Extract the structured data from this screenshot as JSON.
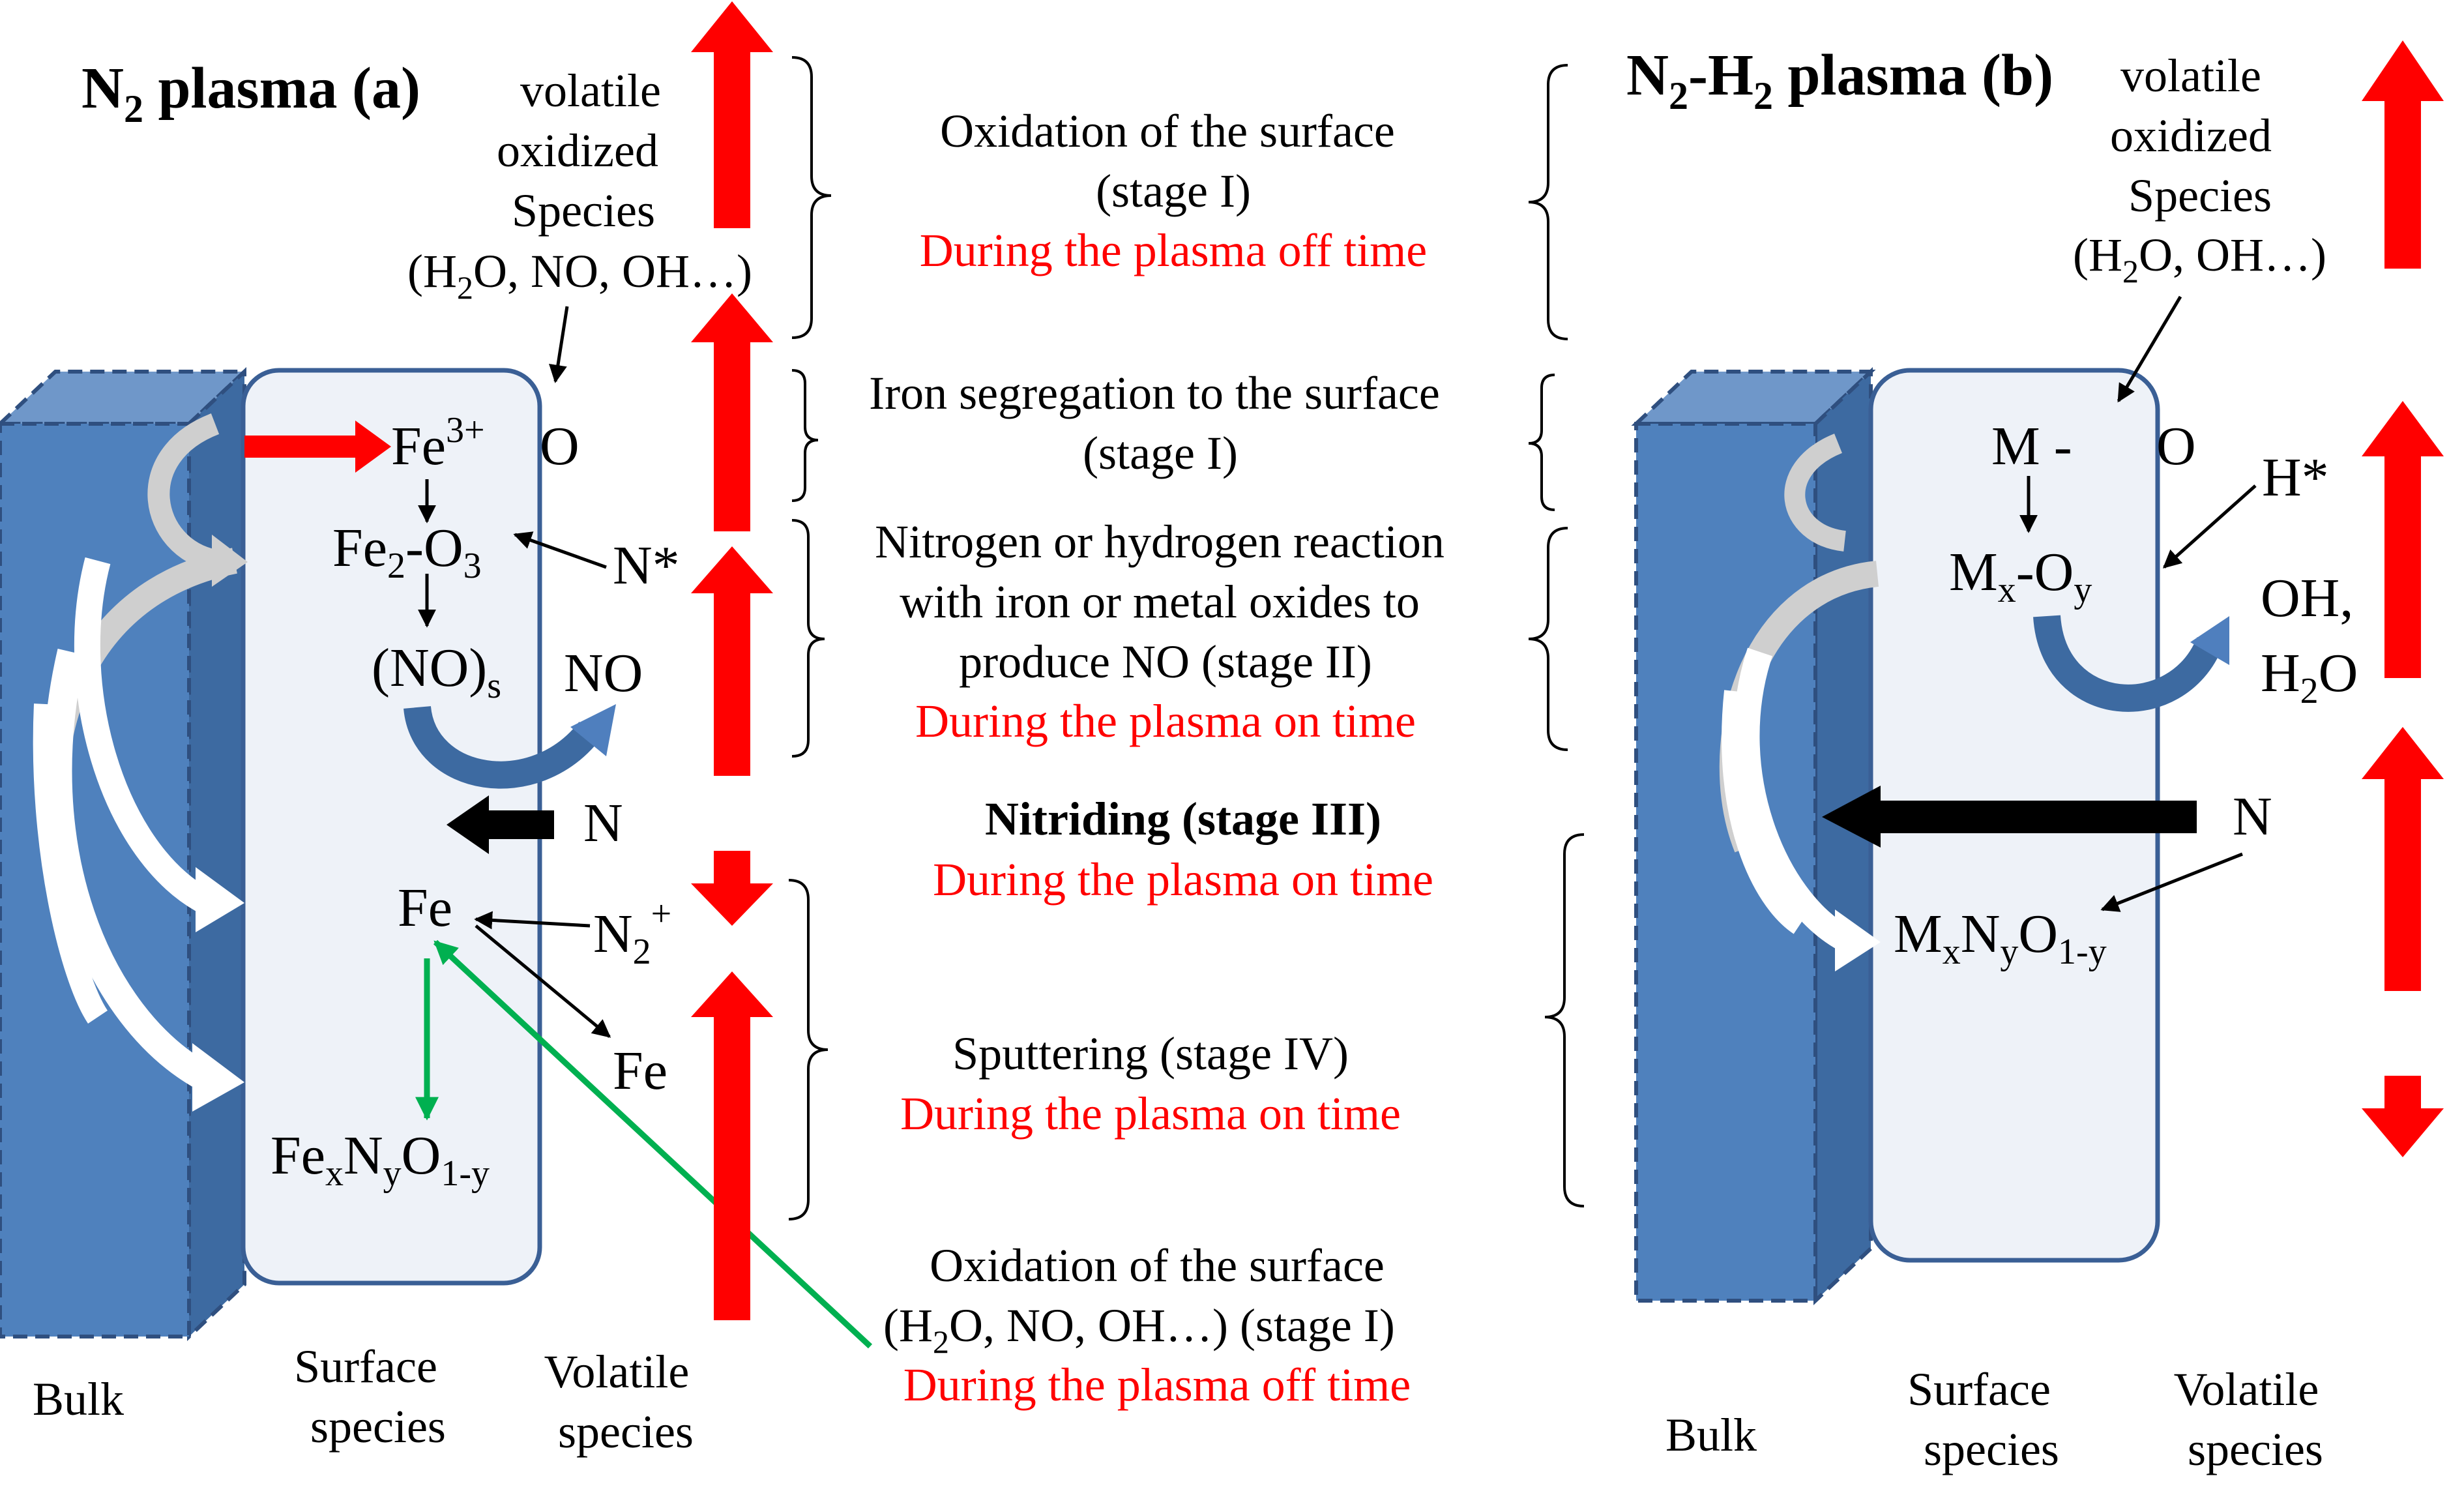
{
  "panel_a": {
    "title_main": "N",
    "title_sub": "2",
    "title_rest": " plasma (a)",
    "volatile_label": [
      "volatile",
      "oxidized",
      "Species"
    ],
    "volatile_paren": {
      "p1": "(H",
      "sub": "2",
      "p2": "O, NO, OH…)"
    },
    "fe3": {
      "base": "Fe",
      "sup": "3+"
    },
    "o": "O",
    "fe2o3": {
      "a": "Fe",
      "s1": "2",
      "b": "-O",
      "s2": "3"
    },
    "nstar": "N*",
    "no_s": {
      "a": "(NO)",
      "s": "s"
    },
    "no": "NO",
    "n": "N",
    "fe_surface": "Fe",
    "n2plus": {
      "a": "N",
      "s": "2",
      "sup": "+"
    },
    "fe_volatile": "Fe",
    "fexnyo": {
      "a": "Fe",
      "s1": "x",
      "b": "N",
      "s2": "y",
      "c": "O",
      "s3": "1-y"
    },
    "bulk": "Bulk",
    "surface": [
      "Surface",
      "species"
    ],
    "volatile": [
      "Volatile",
      "species"
    ]
  },
  "stages": {
    "oxidation1": {
      "l1": "Oxidation of the surface",
      "l2": "(stage I)",
      "l3": "During the plasma off time"
    },
    "iron": {
      "l1": "Iron segregation to the surface",
      "l2": "(stage I)"
    },
    "nitrogen": {
      "l1": "Nitrogen or hydrogen reaction",
      "l2": "with iron or metal oxides to",
      "l3": "produce NO (stage II)",
      "l4": "During the plasma on time"
    },
    "nitriding": {
      "l1": "Nitriding (stage III)",
      "l2": "During the plasma on time"
    },
    "sputtering": {
      "l1": "Sputtering (stage IV)",
      "l2": "During the plasma on time"
    },
    "oxidation2": {
      "l1": "Oxidation of the surface",
      "l2p1": "(H",
      "l2sub": "2",
      "l2p2": "O, NO, OH…) (stage I)",
      "l3": "During the plasma off time"
    }
  },
  "panel_b": {
    "title": {
      "a": "N",
      "s1": "2",
      "b": "-H",
      "s2": "2",
      "c": " plasma (b)"
    },
    "volatile_label": [
      "volatile",
      "oxidized",
      "Species"
    ],
    "volatile_paren": {
      "p1": "(H",
      "sub": "2",
      "p2": "O, OH…)"
    },
    "m": "M -",
    "o": "O",
    "hstar": "H*",
    "mxoy": {
      "a": "M",
      "s1": "x",
      "b": "-O",
      "s2": "y"
    },
    "oh": "OH,",
    "h2o": {
      "a": "H",
      "s": "2",
      "b": "O"
    },
    "n": "N",
    "mxnyo": {
      "a": "M",
      "s1": "x",
      "b": "N",
      "s2": "y",
      "c": "O",
      "s3": "1-y"
    },
    "bulk": "Bulk",
    "surface": [
      "Surface",
      "species"
    ],
    "volatile": [
      "Volatile",
      "species"
    ]
  },
  "colors": {
    "bulk_front": "#4f81bd",
    "bulk_side": "#3d6aa1",
    "bulk_top": "#6f97c9",
    "surface_fill": "#eef2f8",
    "surface_stroke": "#3a5f95",
    "red": "#ff0000",
    "green": "#00b050",
    "curl": "#4f7fbe"
  }
}
